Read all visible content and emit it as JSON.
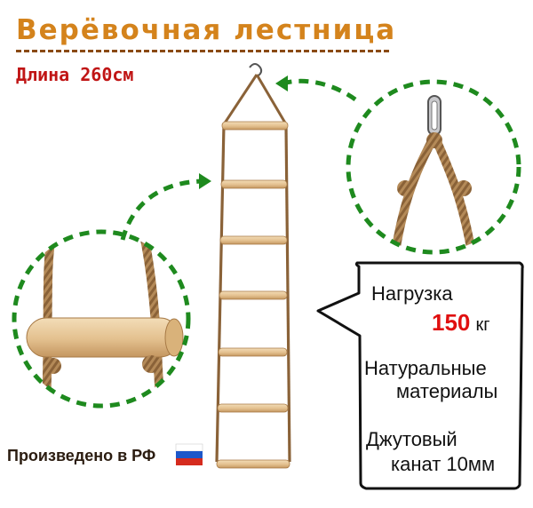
{
  "header": {
    "title": "Верёвочная лестница",
    "length": "Длина 260см"
  },
  "specs": {
    "load_label": "Нагрузка",
    "load_value": "150",
    "load_unit": "кг",
    "material_line1": "Натуральные",
    "material_line2": "материалы",
    "rope_line1": "Джутовый",
    "rope_line2": "канат 10мм"
  },
  "footer": {
    "made_in": "Произведено в РФ",
    "flag_icon": "russia-flag-icon"
  },
  "colors": {
    "title": "#d4831c",
    "length": "#c01515",
    "accent_green": "#1e8a1e",
    "load_value": "#e01010"
  }
}
